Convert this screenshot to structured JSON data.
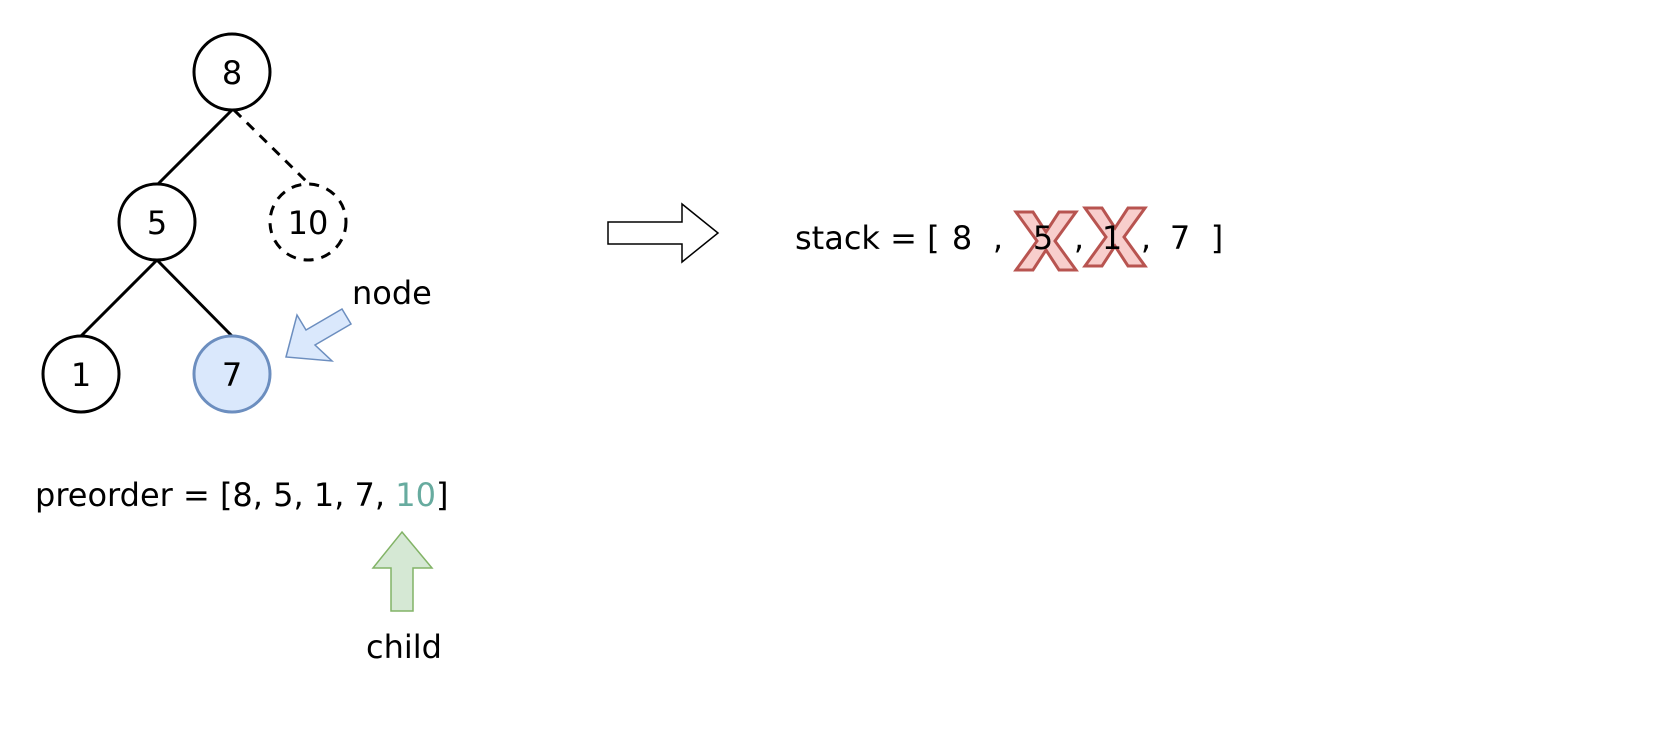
{
  "tree": {
    "nodes": [
      {
        "id": "8",
        "label": "8",
        "style": "solid"
      },
      {
        "id": "5",
        "label": "5",
        "style": "solid"
      },
      {
        "id": "10",
        "label": "10",
        "style": "dashed"
      },
      {
        "id": "1",
        "label": "1",
        "style": "solid"
      },
      {
        "id": "7",
        "label": "7",
        "style": "highlight"
      }
    ],
    "edges": [
      {
        "from": "8",
        "to": "5",
        "style": "solid"
      },
      {
        "from": "8",
        "to": "10",
        "style": "dashed"
      },
      {
        "from": "5",
        "to": "1",
        "style": "solid"
      },
      {
        "from": "5",
        "to": "7",
        "style": "solid"
      }
    ]
  },
  "labels": {
    "node": "node",
    "child": "child"
  },
  "preorder": {
    "prefix": "preorder = [8, 5, 1, 7, ",
    "highlight": "10",
    "suffix": "]"
  },
  "stack": {
    "prefix": "stack = [",
    "items": [
      "8",
      ",",
      "5",
      ",",
      "1",
      ",",
      "7"
    ],
    "suffix": "]",
    "crossed": [
      "5",
      "1"
    ]
  },
  "colors": {
    "highlight_fill": "#dae8fc",
    "highlight_stroke": "#6c8ebf",
    "child_text": "#67AB9F",
    "child_arrow_fill": "#d5e8d4",
    "child_arrow_stroke": "#82b366",
    "cross_fill": "#f8cecc",
    "cross_stroke": "#b85450"
  }
}
